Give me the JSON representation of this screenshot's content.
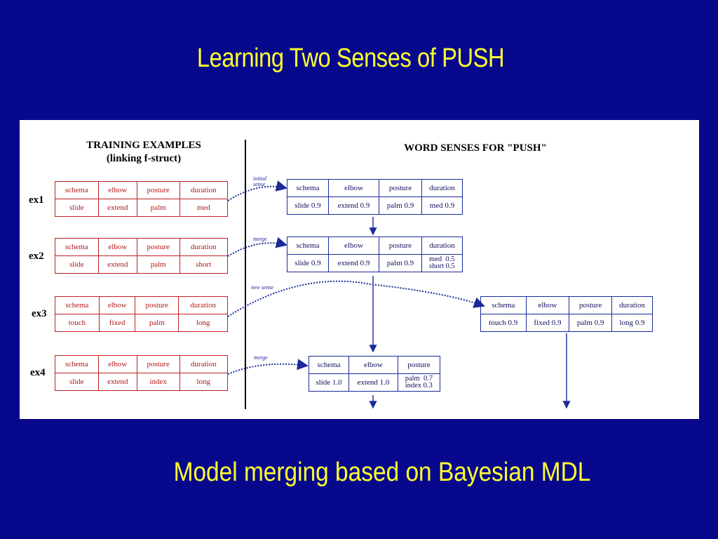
{
  "slide": {
    "title": "Learning Two Senses of PUSH",
    "subtitle": "Model merging based on Bayesian MDL"
  },
  "figure": {
    "training_heading": "TRAINING EXAMPLES",
    "training_subheading": "(linking f-struct)",
    "senses_heading": "WORD SENSES FOR \"PUSH\"",
    "columns": [
      "schema",
      "elbow",
      "posture",
      "duration"
    ],
    "examples": [
      {
        "label": "ex1",
        "values": [
          "slide",
          "extend",
          "palm",
          "med"
        ]
      },
      {
        "label": "ex2",
        "values": [
          "slide",
          "extend",
          "palm",
          "short"
        ]
      },
      {
        "label": "ex3",
        "values": [
          "touch",
          "fixed",
          "palm",
          "long"
        ]
      },
      {
        "label": "ex4",
        "values": [
          "slide",
          "extend",
          "index",
          "long"
        ]
      }
    ],
    "annotations": {
      "initial": "initial",
      "sense": "sense",
      "merge1": "merge",
      "new_sense": "new sense",
      "merge2": "merge"
    },
    "senses": {
      "s1": {
        "headers": [
          "schema",
          "elbow",
          "posture",
          "duration"
        ],
        "values": [
          "slide 0.9",
          "extend 0.9",
          "palm 0.9",
          "med 0.9"
        ]
      },
      "s2": {
        "headers": [
          "schema",
          "elbow",
          "posture",
          "duration"
        ],
        "values": [
          "slide 0.9",
          "extend 0.9",
          "palm 0.9"
        ],
        "dur_a": "med  0.5",
        "dur_b": "short 0.5"
      },
      "s3": {
        "headers": [
          "schema",
          "elbow",
          "posture",
          "duration"
        ],
        "values": [
          "touch 0.9",
          "fixed 0.9",
          "palm 0.9",
          "long 0.9"
        ]
      },
      "s4": {
        "headers": [
          "schema",
          "elbow",
          "posture"
        ],
        "values": [
          "slide 1.0",
          "extend 1.0"
        ],
        "pos_a": "palm  0.7",
        "pos_b": "index 0.3"
      }
    }
  }
}
